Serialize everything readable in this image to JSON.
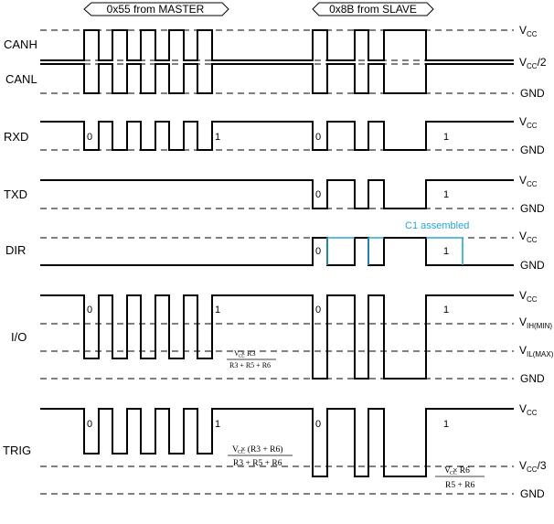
{
  "headers": {
    "master": "0x55 from MASTER",
    "slave": "0x8B from SLAVE"
  },
  "signals": {
    "canh": "CANH",
    "canl": "CANL",
    "rxd": "RXD",
    "txd": "TXD",
    "dir": "DIR",
    "io": "I/O",
    "trig": "TRIG"
  },
  "levels": {
    "vcc_main": "V",
    "vcc_sub": "CC",
    "vcc_half_suffix": "/2",
    "vcc_third_suffix": "/3",
    "gnd": "GND",
    "vih_main": "V",
    "vih_sub": "IH(MIN)",
    "vil_main": "V",
    "vil_sub": "IL(MAX)"
  },
  "bits": {
    "zero": "0",
    "one": "1"
  },
  "annotation": {
    "c1": "C1 assembled"
  },
  "formulas": {
    "io_numerator": "V  × R3",
    "io_numerator_sub": "CC",
    "io_denominator": "R3 + R5 + R6",
    "trig_numerator": "V   × (R3 + R6)",
    "trig_numerator_sub": "CC",
    "trig_denominator": "R3 + R5 + R6",
    "slave_numerator": "V   × R6",
    "slave_numerator_sub": "CC",
    "slave_denominator": "R5 + R6"
  },
  "colors": {
    "waveform": "#000000",
    "annotation": "#2aa6cf"
  }
}
